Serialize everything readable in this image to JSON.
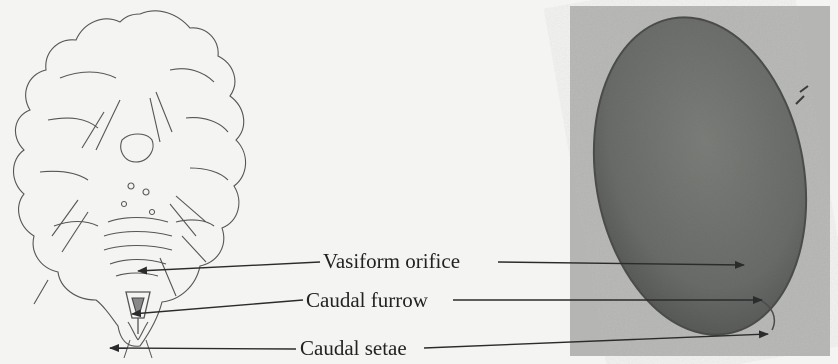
{
  "labels": {
    "vasiform_orifice": "Vasiform orifice",
    "caudal_furrow": "Caudal furrow",
    "caudal_setae": "Caudal setae"
  },
  "colors": {
    "page_background": "#f4f4f2",
    "photo_background": "#b5b5b3",
    "specimen_body": "#6f716e",
    "line_art": "#555555",
    "arrow": "#2b2b2b"
  }
}
